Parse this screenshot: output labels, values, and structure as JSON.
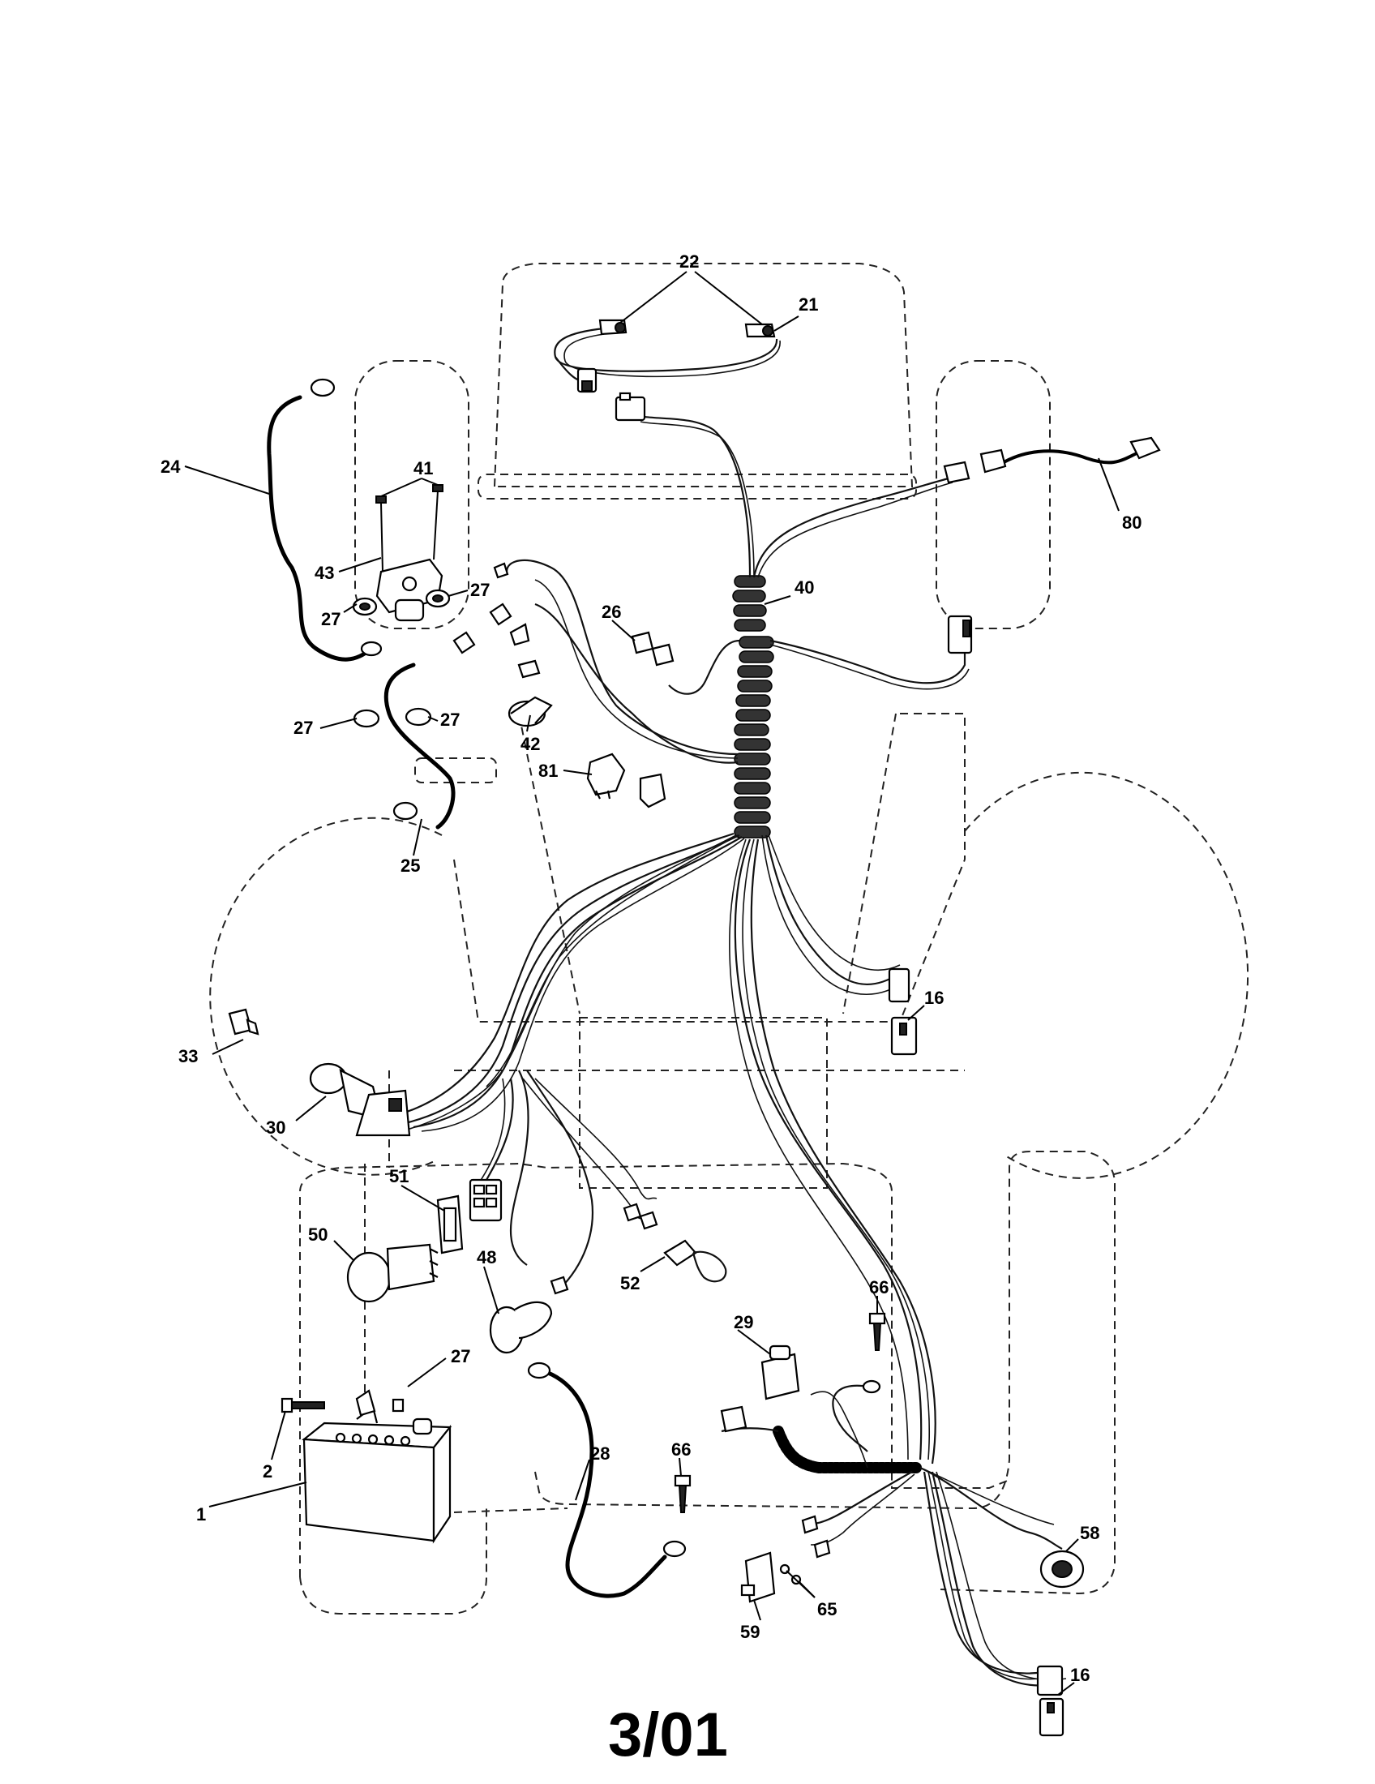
{
  "page_id": "3/01",
  "callouts": {
    "c1": "1",
    "c2": "2",
    "c16a": "16",
    "c16b": "16",
    "c21": "21",
    "c22": "22",
    "c24": "24",
    "c25": "25",
    "c26": "26",
    "c27a": "27",
    "c27b": "27",
    "c27c": "27",
    "c27d": "27",
    "c27e": "27",
    "c28": "28",
    "c29": "29",
    "c30": "30",
    "c33": "33",
    "c40": "40",
    "c41": "41",
    "c42": "42",
    "c43": "43",
    "c48": "48",
    "c50": "50",
    "c51": "51",
    "c52": "52",
    "c58": "58",
    "c59": "59",
    "c65": "65",
    "c66a": "66",
    "c66b": "66",
    "c80": "80",
    "c81": "81"
  }
}
